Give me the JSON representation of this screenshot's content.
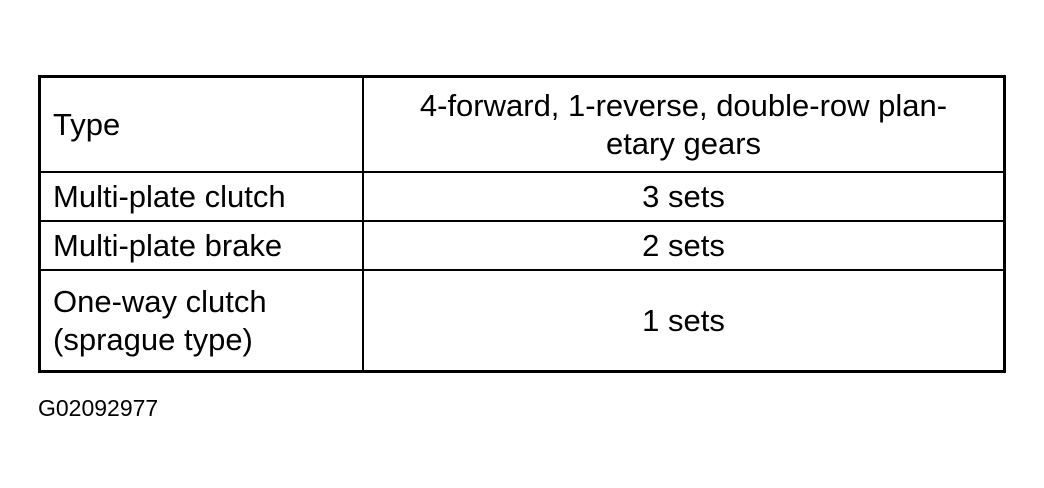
{
  "table": {
    "rows": [
      {
        "label": "Type",
        "value": "4-forward, 1-reverse, double-row plan-\netary gears"
      },
      {
        "label": "Multi-plate clutch",
        "value": "3 sets"
      },
      {
        "label": "Multi-plate brake",
        "value": "2 sets"
      },
      {
        "label": "One-way clutch\n(sprague type)",
        "value": "1 sets"
      }
    ]
  },
  "figure_id": "G02092977"
}
